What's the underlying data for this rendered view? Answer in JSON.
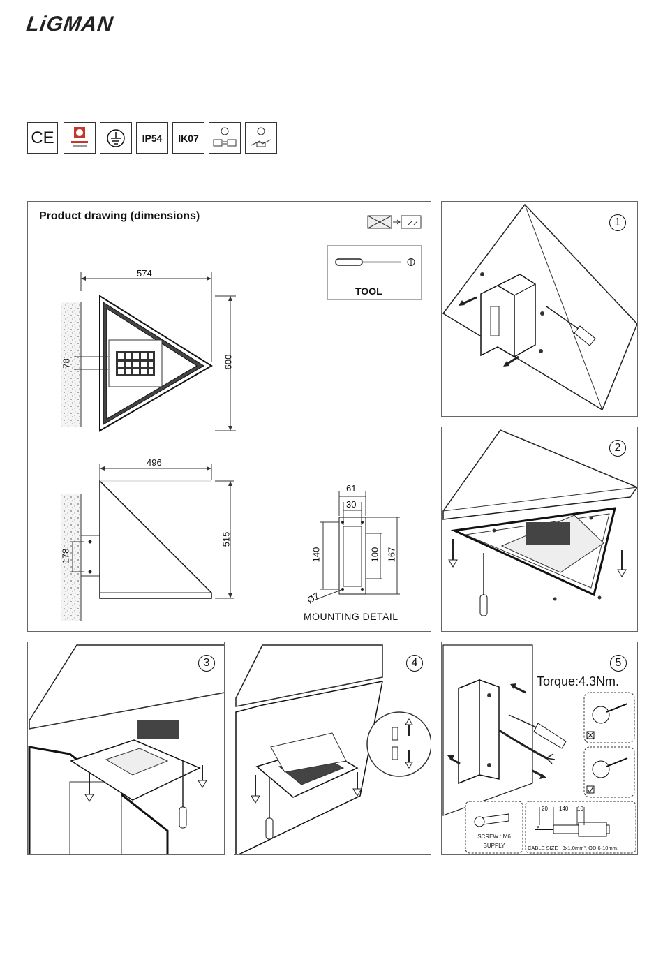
{
  "brand": {
    "logo": "LiGMAN"
  },
  "certifications": [
    "CE",
    "IP54",
    "IK07"
  ],
  "drawing": {
    "title": "Product drawing (dimensions)",
    "tool_label": "TOOL",
    "mounting_detail_label": "MOUNTING DETAIL",
    "front": {
      "width": "574",
      "height": "600",
      "offset": "78"
    },
    "side": {
      "width": "496",
      "height": "515",
      "offset": "178"
    },
    "bracket": {
      "w_outer": "61",
      "w_inner": "30",
      "h1": "140",
      "h2": "100",
      "h3": "167",
      "hole": "Ø7"
    }
  },
  "steps": [
    {
      "number": "1"
    },
    {
      "number": "2"
    },
    {
      "number": "3"
    },
    {
      "number": "4"
    },
    {
      "number": "5",
      "torque": "Torque:4.3Nm.",
      "screw_line1": "SCREW : M6",
      "screw_line2": "SUPPLY",
      "strip": [
        "20",
        "140",
        "10",
        "6"
      ],
      "cable": "CABLE SIZE : 3x1.0mm². OD.6-10mm."
    }
  ]
}
